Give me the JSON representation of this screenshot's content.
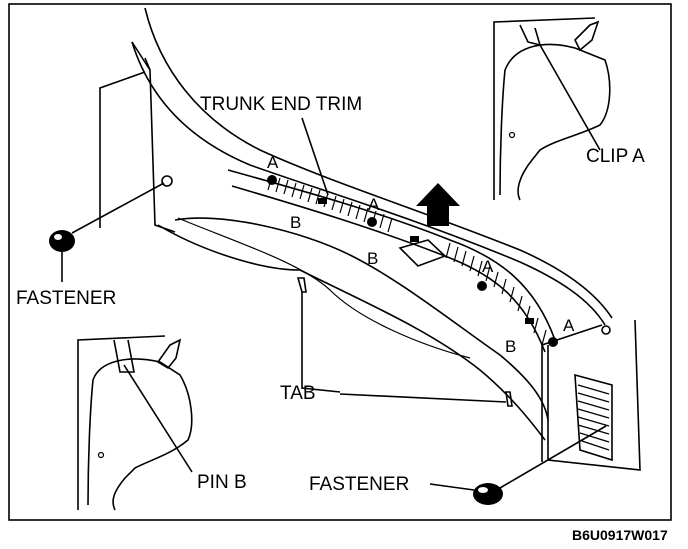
{
  "labels": {
    "trunk_end_trim": "TRUNK END TRIM",
    "clip_a": "CLIP A",
    "fastener_left": "FASTENER",
    "fastener_right": "FASTENER",
    "tab": "TAB",
    "pin_b": "PIN B"
  },
  "markers": {
    "a1": "A",
    "a2": "A",
    "a3": "A",
    "a4": "A",
    "b1": "B",
    "b2": "B",
    "b3": "B"
  },
  "figure_code": "B6U0917W017"
}
